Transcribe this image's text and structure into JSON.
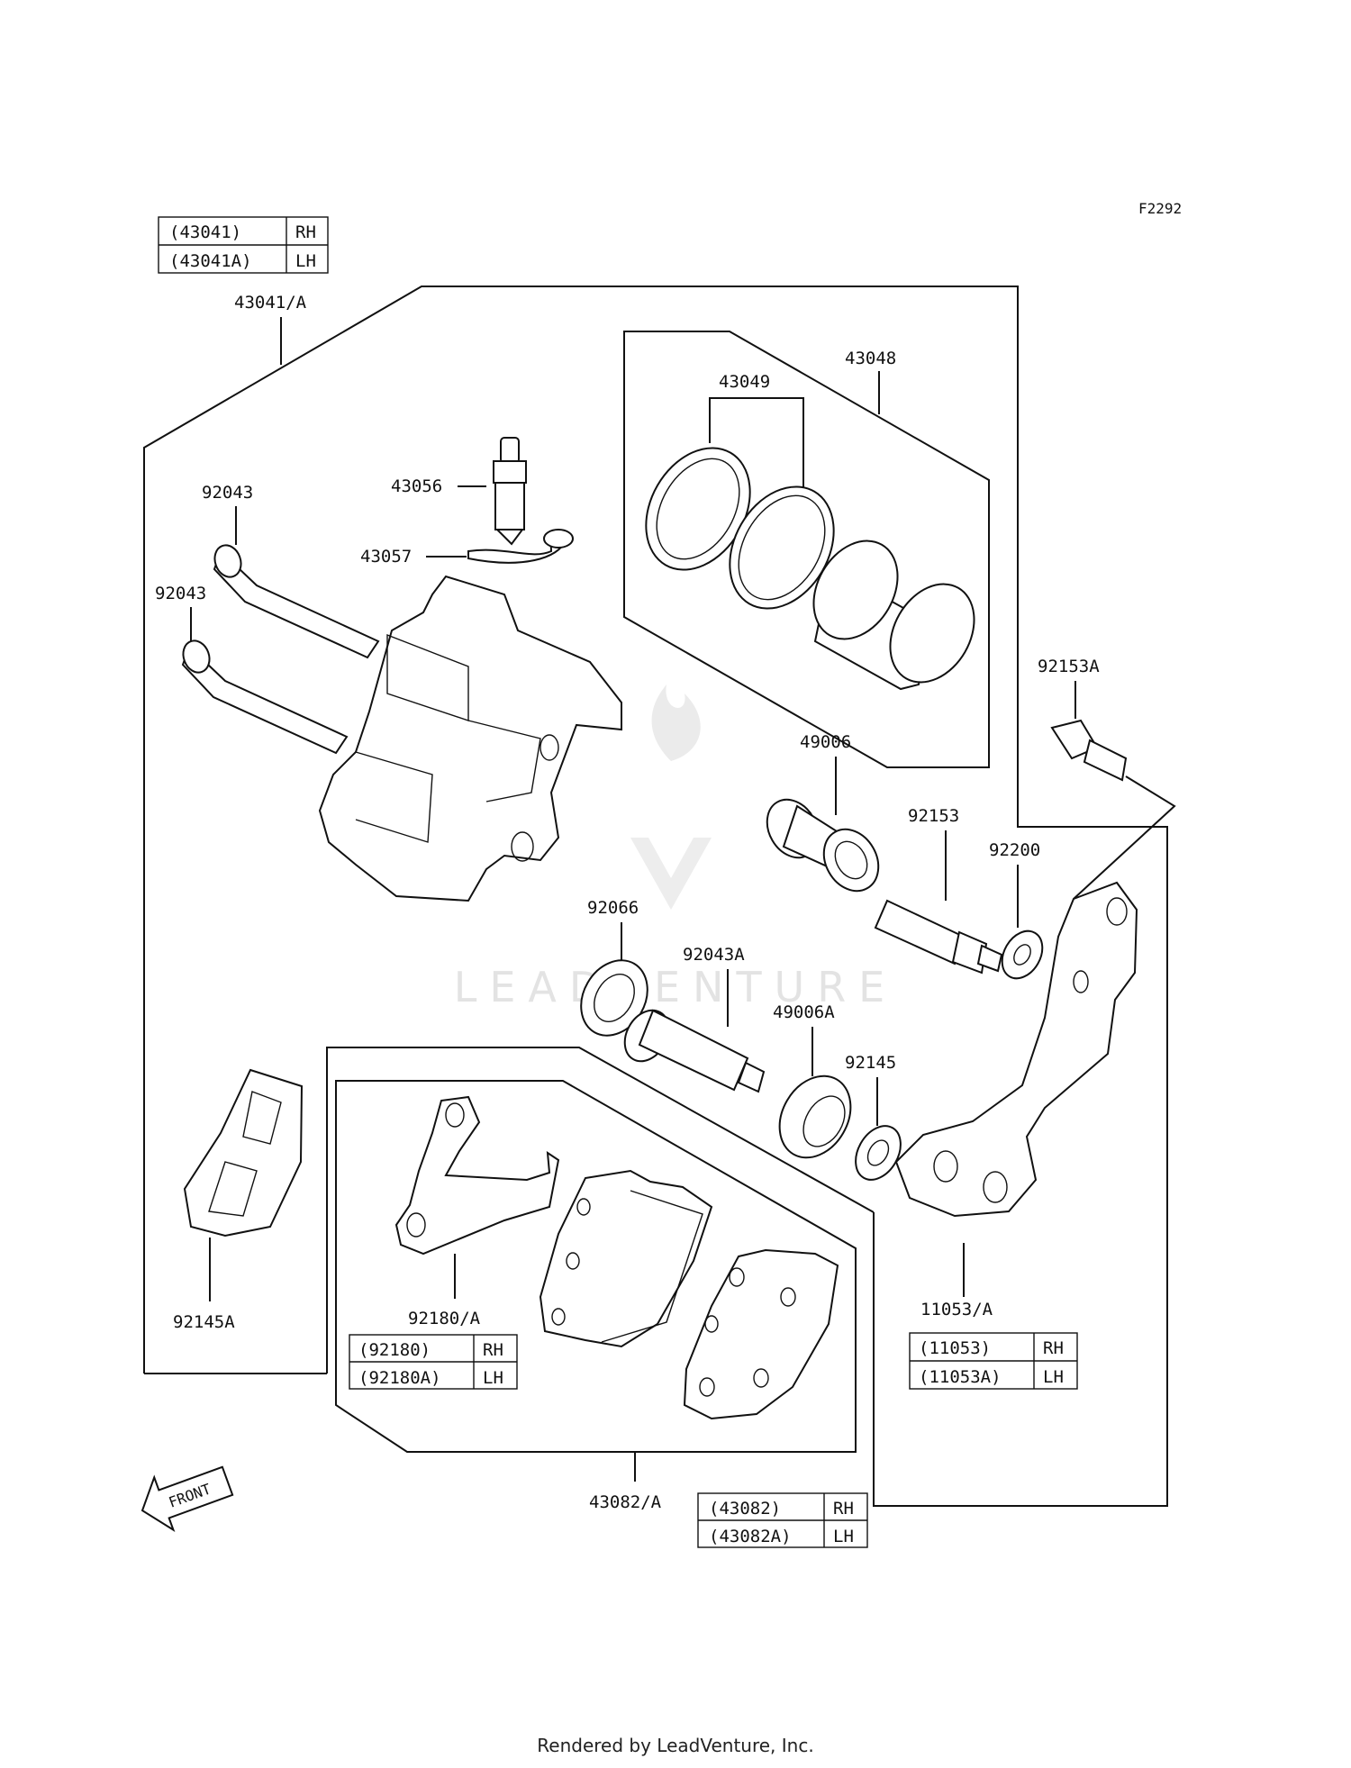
{
  "figure_code": "F2292",
  "watermark": "LEADVENTURE",
  "footer": "Rendered by LeadVenture, Inc.",
  "front_label": "FRONT",
  "callouts": {
    "caliper_assy": "43041/A",
    "piston_seal_kit": "43048",
    "seal": "43049",
    "bleeder": "43056",
    "bleeder_cap": "43057",
    "pin_upper": "92043",
    "pin_lower": "92043",
    "bolt_a": "92153A",
    "sleeve": "49006",
    "bolt": "92153",
    "washer": "92200",
    "boot": "92066",
    "pin_a": "92043A",
    "sleeve_a": "49006A",
    "ring": "92145",
    "spring_a": "92145A",
    "shim": "92180/A",
    "pad_set": "43082/A",
    "bracket": "11053/A"
  },
  "tables": {
    "caliper": [
      [
        "(43041)",
        "RH"
      ],
      [
        "(43041A)",
        "LH"
      ]
    ],
    "shim": [
      [
        "(92180)",
        "RH"
      ],
      [
        "(92180A)",
        "LH"
      ]
    ],
    "bracket": [
      [
        "(11053)",
        "RH"
      ],
      [
        "(11053A)",
        "LH"
      ]
    ],
    "pads": [
      [
        "(43082)",
        "RH"
      ],
      [
        "(43082A)",
        "LH"
      ]
    ]
  }
}
